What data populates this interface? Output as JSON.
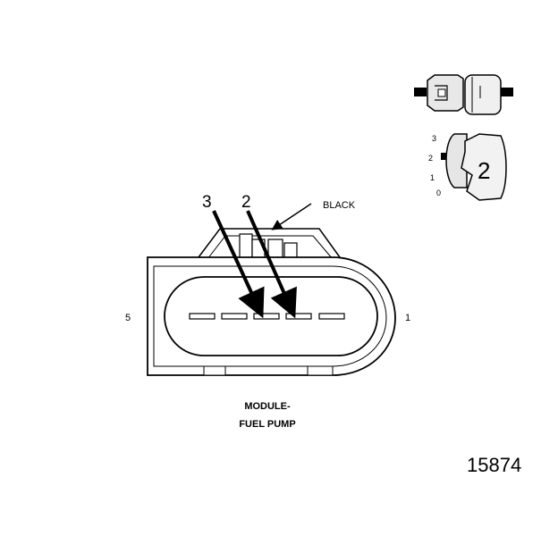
{
  "labels": {
    "pin_left": "5",
    "pin_right": "1",
    "arrow_a": "3",
    "arrow_b": "2",
    "wire_color": "BLACK",
    "caption_line1": "MODULE-",
    "caption_line2": "FUEL PUMP",
    "figure_number": "15874"
  },
  "inset": {
    "scale_ticks": [
      "3",
      "2",
      "1",
      "0"
    ],
    "position_value": "2"
  },
  "colors": {
    "line": "#000000",
    "fill": "#ffffff",
    "shade": "#e6e6e6"
  }
}
